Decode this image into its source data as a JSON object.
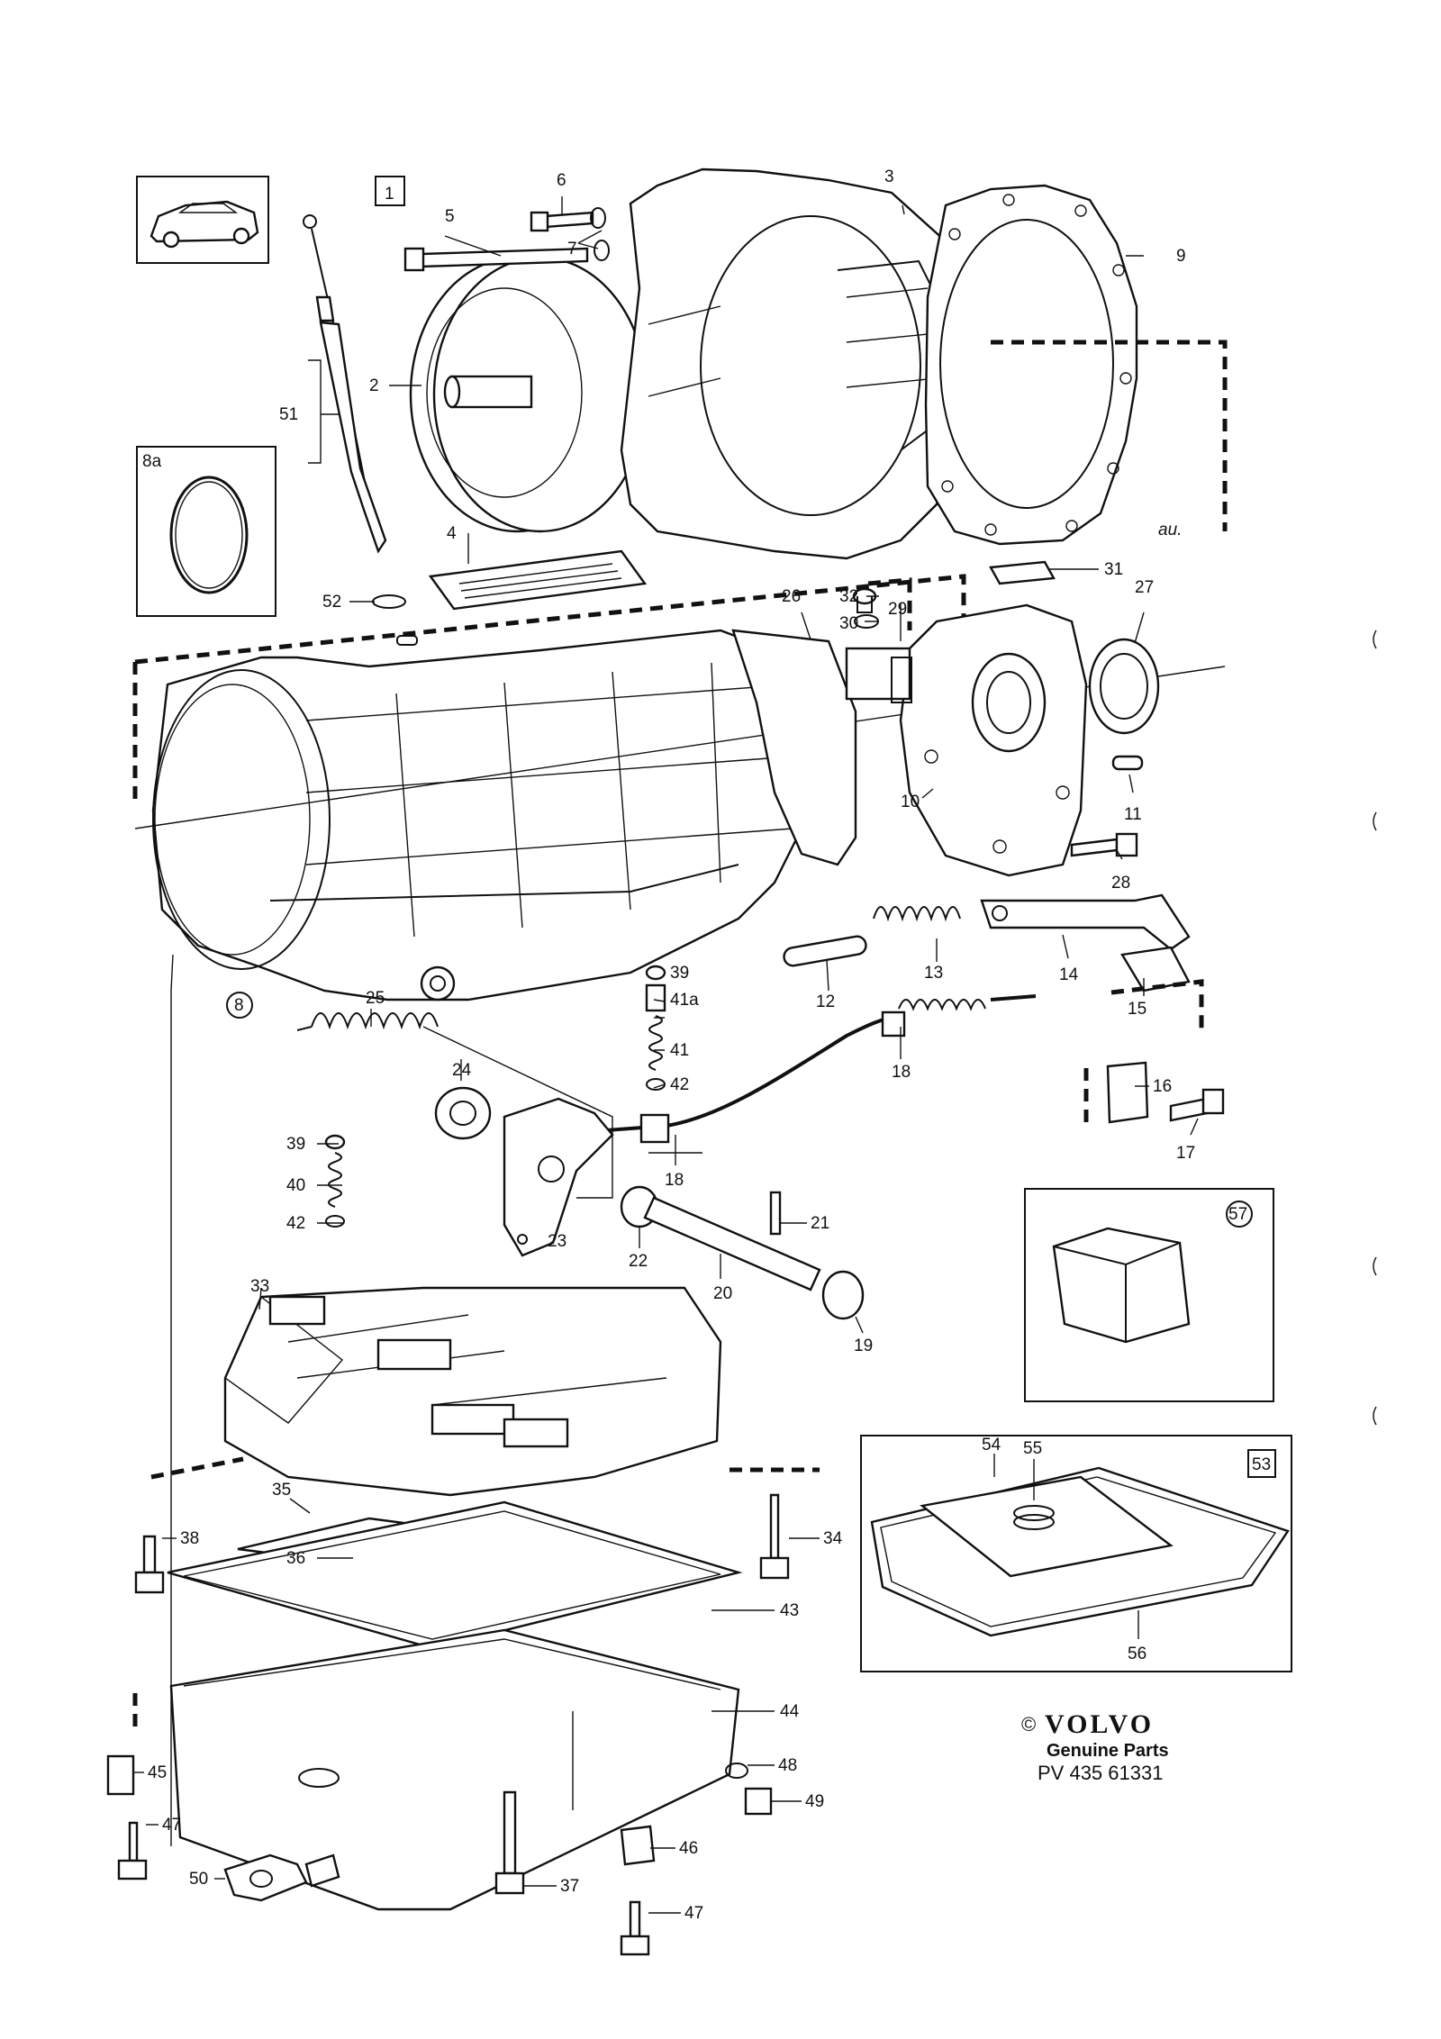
{
  "callouts": [
    {
      "id": "cl-1",
      "text": "1"
    },
    {
      "id": "cl-2",
      "text": "2"
    },
    {
      "id": "cl-3",
      "text": "3"
    },
    {
      "id": "cl-4",
      "text": "4"
    },
    {
      "id": "cl-5",
      "text": "5"
    },
    {
      "id": "cl-6",
      "text": "6"
    },
    {
      "id": "cl-7",
      "text": "7"
    },
    {
      "id": "cl-8",
      "text": "8"
    },
    {
      "id": "cl-8a",
      "text": "8a"
    },
    {
      "id": "cl-9",
      "text": "9"
    },
    {
      "id": "cl-10",
      "text": "10"
    },
    {
      "id": "cl-11",
      "text": "11"
    },
    {
      "id": "cl-12",
      "text": "12"
    },
    {
      "id": "cl-13",
      "text": "13"
    },
    {
      "id": "cl-14",
      "text": "14"
    },
    {
      "id": "cl-15",
      "text": "15"
    },
    {
      "id": "cl-16",
      "text": "16"
    },
    {
      "id": "cl-17",
      "text": "17"
    },
    {
      "id": "cl-18a",
      "text": "18"
    },
    {
      "id": "cl-18b",
      "text": "18"
    },
    {
      "id": "cl-19",
      "text": "19"
    },
    {
      "id": "cl-20",
      "text": "20"
    },
    {
      "id": "cl-21",
      "text": "21"
    },
    {
      "id": "cl-22",
      "text": "22"
    },
    {
      "id": "cl-23",
      "text": "23"
    },
    {
      "id": "cl-24",
      "text": "24"
    },
    {
      "id": "cl-25",
      "text": "25"
    },
    {
      "id": "cl-26",
      "text": "26"
    },
    {
      "id": "cl-27",
      "text": "27"
    },
    {
      "id": "cl-28",
      "text": "28"
    },
    {
      "id": "cl-29",
      "text": "29"
    },
    {
      "id": "cl-30",
      "text": "30"
    },
    {
      "id": "cl-31",
      "text": "31"
    },
    {
      "id": "cl-32",
      "text": "32"
    },
    {
      "id": "cl-33",
      "text": "33"
    },
    {
      "id": "cl-34",
      "text": "34"
    },
    {
      "id": "cl-35",
      "text": "35"
    },
    {
      "id": "cl-36",
      "text": "36"
    },
    {
      "id": "cl-37",
      "text": "37"
    },
    {
      "id": "cl-38",
      "text": "38"
    },
    {
      "id": "cl-39a",
      "text": "39"
    },
    {
      "id": "cl-39b",
      "text": "39"
    },
    {
      "id": "cl-40",
      "text": "40"
    },
    {
      "id": "cl-41",
      "text": "41"
    },
    {
      "id": "cl-41a",
      "text": "41a"
    },
    {
      "id": "cl-42a",
      "text": "42"
    },
    {
      "id": "cl-42b",
      "text": "42"
    },
    {
      "id": "cl-43",
      "text": "43"
    },
    {
      "id": "cl-44",
      "text": "44"
    },
    {
      "id": "cl-45",
      "text": "45"
    },
    {
      "id": "cl-46",
      "text": "46"
    },
    {
      "id": "cl-47a",
      "text": "47"
    },
    {
      "id": "cl-47b",
      "text": "47"
    },
    {
      "id": "cl-48",
      "text": "48"
    },
    {
      "id": "cl-49",
      "text": "49"
    },
    {
      "id": "cl-50",
      "text": "50"
    },
    {
      "id": "cl-51",
      "text": "51"
    },
    {
      "id": "cl-52",
      "text": "52"
    },
    {
      "id": "cl-53",
      "text": "53"
    },
    {
      "id": "cl-54",
      "text": "54"
    },
    {
      "id": "cl-55",
      "text": "55"
    },
    {
      "id": "cl-56",
      "text": "56"
    },
    {
      "id": "cl-57",
      "text": "57"
    }
  ],
  "footer": {
    "brand": "VOLVO",
    "copyright_symbol": "©",
    "subtitle": "Genuine Parts",
    "code": "PV 435 61331"
  },
  "signature": "au."
}
